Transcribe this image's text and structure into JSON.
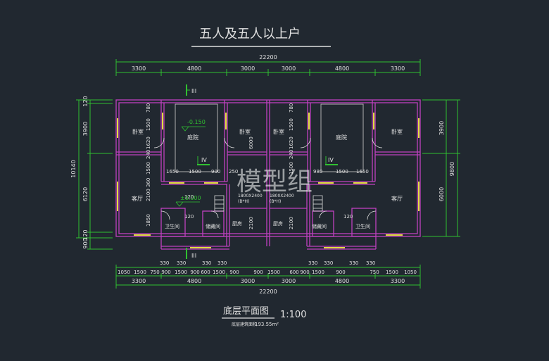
{
  "title": "五人及五人以上户",
  "subtitle": "底层平面图",
  "scale": "1:100",
  "area_label": "底层建筑面积",
  "area_value": "193.55m²",
  "watermark": "模型组",
  "top_dims": {
    "total": "22200",
    "segments": [
      "3300",
      "4800",
      "3000",
      "3000",
      "4800",
      "3300"
    ]
  },
  "bottom_dims": {
    "detail": [
      "1050",
      "1500",
      "750",
      "900",
      "1500",
      "900",
      "600",
      "1500",
      "900",
      "900",
      "1500",
      "600",
      "900",
      "1500",
      "900",
      "750",
      "1500",
      "1050"
    ],
    "offsets": [
      "330",
      "330",
      "330",
      "330",
      "330",
      "330",
      "330",
      "330"
    ],
    "segments": [
      "3300",
      "4800",
      "3000",
      "3000",
      "4800",
      "3300"
    ],
    "total": "22200"
  },
  "left_dims": {
    "total": "10140",
    "segments": [
      "120",
      "3900",
      "6120",
      "120",
      "900"
    ]
  },
  "right_dims": {
    "total": "9800",
    "segments": [
      "3900",
      "6000"
    ]
  },
  "rooms": {
    "bedroom": "卧室",
    "courtyard": "庭院",
    "living": "客厅",
    "bathroom": "卫生间",
    "kitchen": "厨房",
    "storage": "储藏间"
  },
  "levels": {
    "upper": "-0.150",
    "lower": "±0.000"
  },
  "section_marks": {
    "iii": "III",
    "iv": "IV"
  },
  "inner_dims": [
    "1650",
    "1500",
    "900",
    "250",
    "980",
    "1500",
    "1650",
    "780",
    "1500",
    "1620",
    "240",
    "1500",
    "360",
    "2100",
    "1850",
    "6000",
    "2100",
    "120",
    "120",
    "120"
  ],
  "stair_labels": [
    "1800X2400",
    "(B*H)"
  ],
  "colors": {
    "background": "#212830",
    "wall": "#c040c0",
    "window": "#e0e040",
    "door": "#e0e0e0",
    "dim": "#30c030",
    "text": "#e0e0e0"
  }
}
